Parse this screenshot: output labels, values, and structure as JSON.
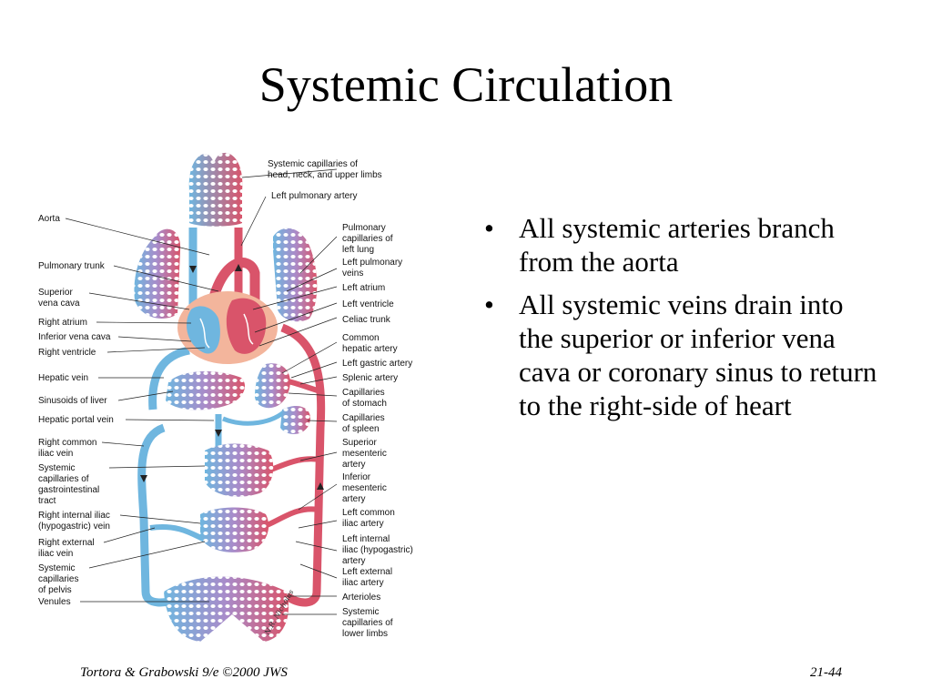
{
  "title": "Systemic Circulation",
  "bullets": [
    "All systemic arteries branch from the aorta",
    "All systemic veins drain into the superior or inferior vena cava or coronary sinus to return to the right-side of heart"
  ],
  "footer": {
    "credit": "Tortora & Grabowski 9/e ©2000 JWS",
    "page": "21-44"
  },
  "diagram": {
    "left_labels": [
      "Aorta",
      "Pulmonary trunk",
      "Superior",
      "vena cava",
      "Right atrium",
      "Inferior vena cava",
      "Right ventricle",
      "Hepatic vein",
      "Sinusoids of liver",
      "Hepatic portal vein",
      "Right common",
      "iliac vein",
      "Systemic",
      "capillaries of",
      "gastrointestinal",
      "tract",
      "Right internal iliac",
      "(hypogastric) vein",
      "Right external",
      "iliac vein",
      "Systemic",
      "capillaries",
      "of pelvis",
      "Venules"
    ],
    "right_labels": [
      "Systemic capillaries of",
      "head, neck, and upper limbs",
      "Left pulmonary artery",
      "Pulmonary",
      "capillaries of",
      "left lung",
      "Left pulmonary",
      "veins",
      "Left atrium",
      "Left ventricle",
      "Celiac trunk",
      "Common",
      "hepatic artery",
      "Left gastric artery",
      "Splenic artery",
      "Capillaries",
      "of stomach",
      "Capillaries",
      "of spleen",
      "Superior",
      "mesenteric",
      "artery",
      "Inferior",
      "mesenteric",
      "artery",
      "Left common",
      "iliac artery",
      "Left internal",
      "iliac  (hypogastric)",
      "artery",
      "Left external",
      "iliac artery",
      "Arterioles",
      "Systemic",
      "capillaries of",
      "lower limbs"
    ],
    "signature": "N.R. Nicholas",
    "colors": {
      "vein": "#6fb6df",
      "artery": "#d9546a",
      "mixed": "#a98bc9",
      "heart": "#f3b59c"
    }
  }
}
